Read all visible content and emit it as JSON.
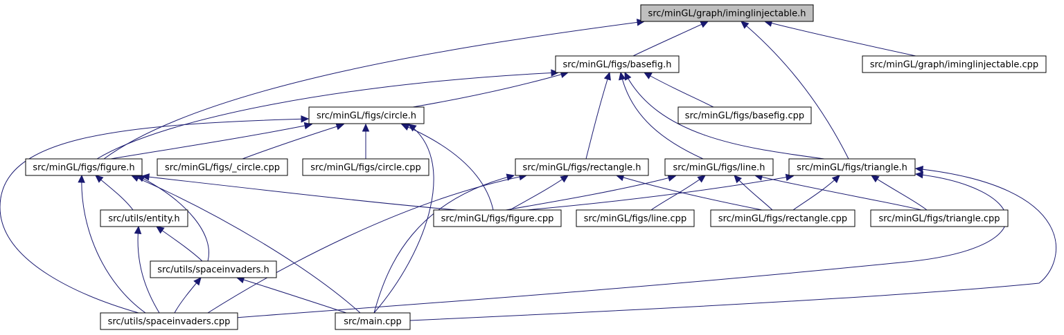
{
  "colors": {
    "edge": "#191970",
    "node_border": "#000000",
    "node_fill": "#ffffff",
    "root_fill": "#bfbfbf",
    "background": "#ffffff"
  },
  "nodes": {
    "iminglinjectable_h": {
      "label": "src/minGL/graph/iminglinjectable.h",
      "root": true
    },
    "basefig_h": {
      "label": "src/minGL/figs/basefig.h"
    },
    "iminglinjectable_cpp": {
      "label": "src/minGL/graph/iminglinjectable.cpp"
    },
    "circle_h": {
      "label": "src/minGL/figs/circle.h"
    },
    "basefig_cpp": {
      "label": "src/minGL/figs/basefig.cpp"
    },
    "figure_h": {
      "label": "src/minGL/figs/figure.h"
    },
    "_circle_cpp": {
      "label": "src/minGL/figs/_circle.cpp"
    },
    "circle_cpp": {
      "label": "src/minGL/figs/circle.cpp"
    },
    "rectangle_h": {
      "label": "src/minGL/figs/rectangle.h"
    },
    "line_h": {
      "label": "src/minGL/figs/line.h"
    },
    "triangle_h": {
      "label": "src/minGL/figs/triangle.h"
    },
    "entity_h": {
      "label": "src/utils/entity.h"
    },
    "figure_cpp": {
      "label": "src/minGL/figs/figure.cpp"
    },
    "line_cpp": {
      "label": "src/minGL/figs/line.cpp"
    },
    "rectangle_cpp": {
      "label": "src/minGL/figs/rectangle.cpp"
    },
    "triangle_cpp": {
      "label": "src/minGL/figs/triangle.cpp"
    },
    "spaceinvaders_h": {
      "label": "src/utils/spaceinvaders.h"
    },
    "spaceinvaders_cpp": {
      "label": "src/utils/spaceinvaders.cpp"
    },
    "main_cpp": {
      "label": "src/main.cpp"
    }
  },
  "edges": [
    [
      "iminglinjectable_h",
      "basefig_h"
    ],
    [
      "iminglinjectable_h",
      "iminglinjectable_cpp"
    ],
    [
      "iminglinjectable_h",
      "figure_h"
    ],
    [
      "iminglinjectable_h",
      "triangle_h"
    ],
    [
      "basefig_h",
      "circle_h"
    ],
    [
      "basefig_h",
      "figure_h"
    ],
    [
      "basefig_h",
      "basefig_cpp"
    ],
    [
      "basefig_h",
      "rectangle_h"
    ],
    [
      "basefig_h",
      "line_h"
    ],
    [
      "basefig_h",
      "triangle_h"
    ],
    [
      "circle_h",
      "figure_h"
    ],
    [
      "circle_h",
      "_circle_cpp"
    ],
    [
      "circle_h",
      "circle_cpp"
    ],
    [
      "circle_h",
      "figure_cpp"
    ],
    [
      "circle_h",
      "main_cpp"
    ],
    [
      "circle_h",
      "spaceinvaders_cpp"
    ],
    [
      "figure_h",
      "entity_h"
    ],
    [
      "figure_h",
      "spaceinvaders_h"
    ],
    [
      "figure_h",
      "figure_cpp"
    ],
    [
      "figure_h",
      "spaceinvaders_cpp"
    ],
    [
      "figure_h",
      "main_cpp"
    ],
    [
      "rectangle_h",
      "figure_cpp"
    ],
    [
      "rectangle_h",
      "rectangle_cpp"
    ],
    [
      "rectangle_h",
      "spaceinvaders_cpp"
    ],
    [
      "rectangle_h",
      "main_cpp"
    ],
    [
      "line_h",
      "figure_cpp"
    ],
    [
      "line_h",
      "line_cpp"
    ],
    [
      "line_h",
      "rectangle_cpp"
    ],
    [
      "line_h",
      "triangle_cpp"
    ],
    [
      "triangle_h",
      "figure_cpp"
    ],
    [
      "triangle_h",
      "rectangle_cpp"
    ],
    [
      "triangle_h",
      "triangle_cpp"
    ],
    [
      "triangle_h",
      "spaceinvaders_cpp"
    ],
    [
      "triangle_h",
      "main_cpp"
    ],
    [
      "entity_h",
      "spaceinvaders_h"
    ],
    [
      "entity_h",
      "spaceinvaders_cpp"
    ],
    [
      "spaceinvaders_h",
      "spaceinvaders_cpp"
    ],
    [
      "spaceinvaders_h",
      "main_cpp"
    ]
  ]
}
